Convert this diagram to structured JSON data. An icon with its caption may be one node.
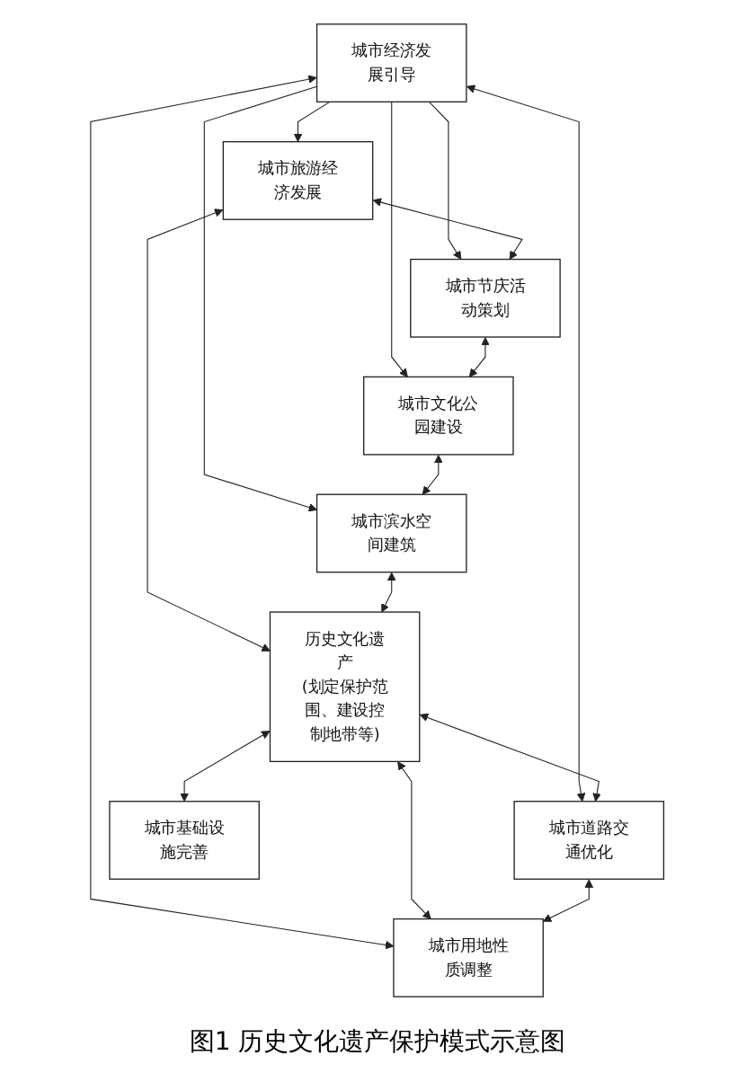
{
  "diagram": {
    "caption": "图1 历史文化遗产保护模式示意图",
    "nodes": [
      {
        "text": [
          "城市经济发展引导"
        ]
      },
      {
        "text": [
          "城市旅游经济发展"
        ]
      },
      {
        "text": [
          "城市节庆活动策划"
        ]
      },
      {
        "text": [
          "城市文化公园建设"
        ]
      },
      {
        "text": [
          "城市滨水空间建筑"
        ]
      },
      {
        "text": [
          "历史文化遗产",
          "(划定保护范围、建设控制地带等)"
        ]
      },
      {
        "text": [
          "城市道路交通优化"
        ]
      },
      {
        "text": [
          "城市基础设施完善"
        ]
      },
      {
        "text": [
          "城市用地性质调整"
        ]
      }
    ],
    "edges": [
      {
        "from": 0,
        "to": 1,
        "arrow": "to"
      },
      {
        "from": 0,
        "to": 2,
        "arrow": "to"
      },
      {
        "from": 0,
        "to": 3,
        "arrow": "to"
      },
      {
        "from": 0,
        "to": 4,
        "arrow": "to"
      },
      {
        "from": 1,
        "to": 2,
        "arrow": "both"
      },
      {
        "from": 2,
        "to": 3,
        "arrow": "both"
      },
      {
        "from": 3,
        "to": 4,
        "arrow": "both"
      },
      {
        "from": 1,
        "to": 5,
        "arrow": "both"
      },
      {
        "from": 4,
        "to": 5,
        "arrow": "both"
      },
      {
        "from": 0,
        "to": 6,
        "arrow": "both"
      },
      {
        "from": 0,
        "to": 8,
        "arrow": "both"
      },
      {
        "from": 5,
        "to": 6,
        "arrow": "both"
      },
      {
        "from": 5,
        "to": 7,
        "arrow": "both"
      },
      {
        "from": 5,
        "to": 8,
        "arrow": "both"
      },
      {
        "from": 6,
        "to": 8,
        "arrow": "both"
      }
    ]
  }
}
